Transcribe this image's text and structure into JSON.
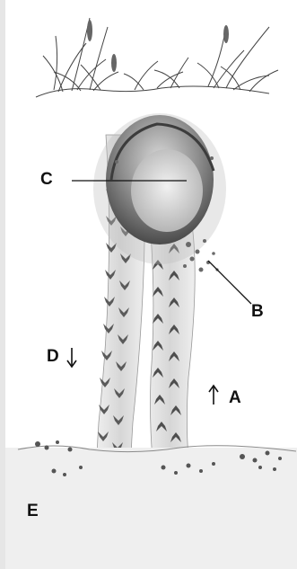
{
  "labels": {
    "c": "C",
    "b": "B",
    "d": "D",
    "a": "A",
    "e": "E"
  },
  "arrows": {
    "d": "down-arrow",
    "a": "up-arrow"
  },
  "colors": {
    "ink": "#111111",
    "sketch": "#555555",
    "soil": "#cfd2cf",
    "background": "#ffffff"
  }
}
